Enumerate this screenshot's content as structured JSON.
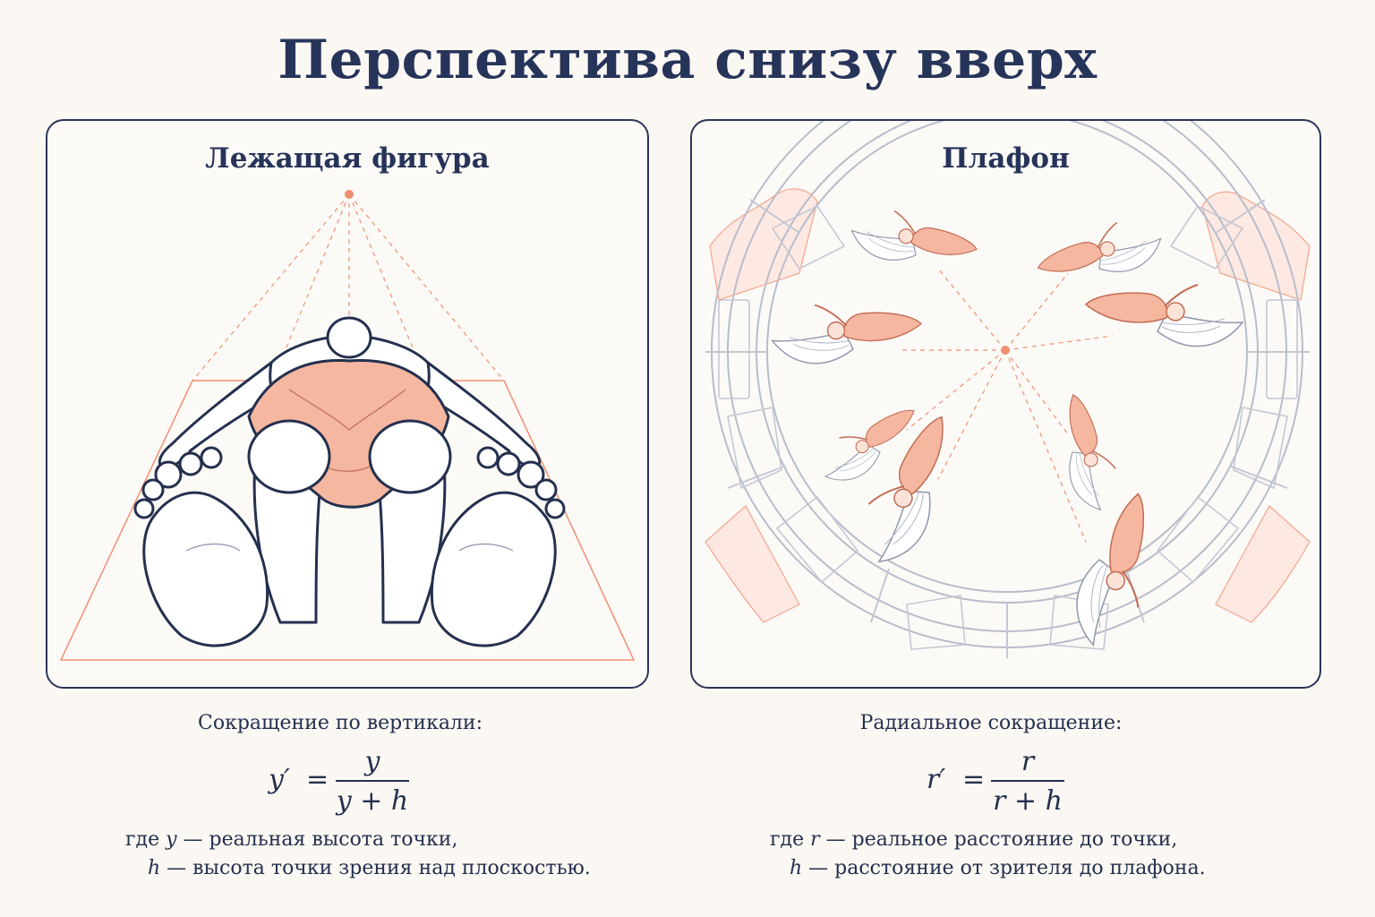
{
  "title": "Перспектива снизу вверх",
  "left_panel": {
    "title": "Лежащая фигура",
    "caption": "Сокращение по вертикали:",
    "formula": {
      "lhs": "y′",
      "eq": "=",
      "num": "y",
      "den": "y + h"
    },
    "note_line1_var": "y",
    "note_line1_text": "— реальная высота точки,",
    "note_prefix": "где",
    "note_line2_var": "h",
    "note_line2_text": "— высота точки зрения над плоскостью."
  },
  "right_panel": {
    "title": "Плафон",
    "caption": "Радиальное сокращение:",
    "formula": {
      "lhs": "r′",
      "eq": "=",
      "num": "r",
      "den": "r + h"
    },
    "note_prefix": "где",
    "note_line1_var": "r",
    "note_line1_text": "— реальное расстояние до точки,",
    "note_line2_var": "h",
    "note_line2_text": "— расстояние от зрителя до плафона."
  },
  "colors": {
    "ink": "#24304f",
    "accent": "#f08f72",
    "flesh": "#f6b7a0",
    "panel_border": "#2a3558",
    "background": "#fbf8f3"
  },
  "icons": [
    "reclining-figure-illustration",
    "ceiling-dome-illustration",
    "angel-figure"
  ]
}
